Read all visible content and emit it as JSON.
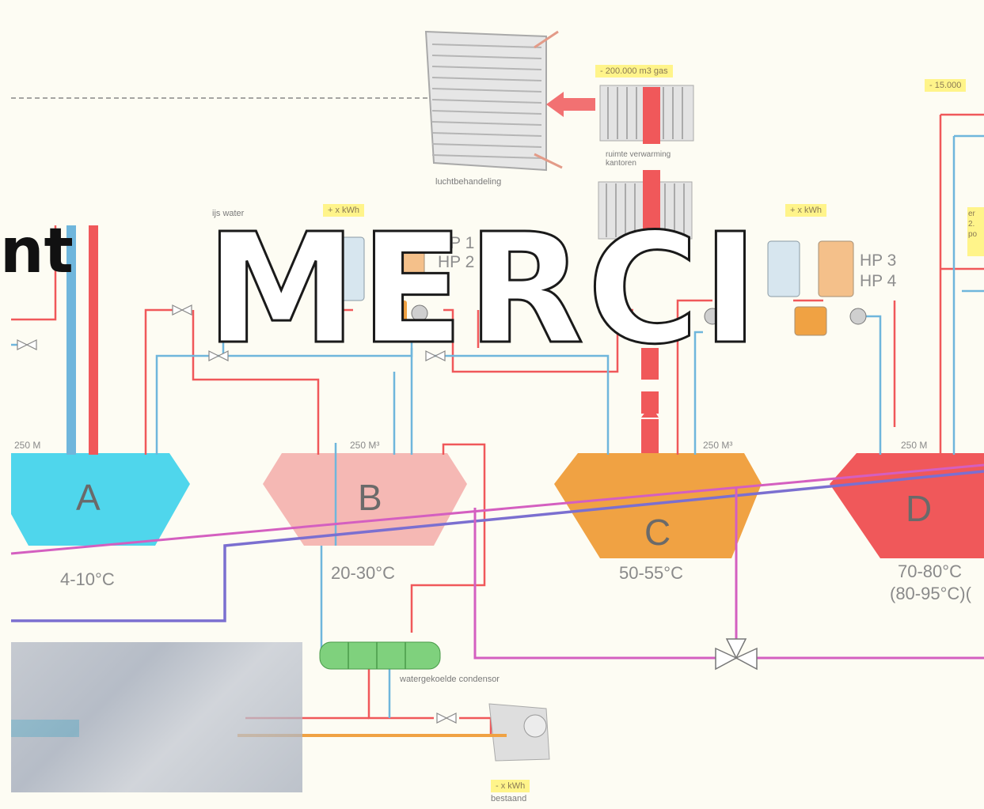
{
  "overlay": {
    "title": "MERCI",
    "cut_off_left_text": "nt"
  },
  "equipment": {
    "air_handling": "luchtbehandeling",
    "radiator_label": "ruimte verwarming\nkantoren",
    "ice_water": "ijs water",
    "water_cooled_condenser": "watergekoelde condensor",
    "existing": "bestaand"
  },
  "notes": {
    "gas_saving": "- 200.000 m3 gas",
    "kwh_plus_1": "+ x kWh",
    "kwh_plus_2": "+ x kWh",
    "gas_saving_2": "- 15.000 ",
    "kwh_minus": "- x kWh",
    "side_note": "er\n2.\npo"
  },
  "heat_pumps": [
    "HP 1",
    "HP 2",
    "HP 3",
    "HP 4"
  ],
  "tanks": [
    {
      "letter": "A",
      "volume": "250 M",
      "temperature": "4-10°C",
      "color": "#4fd6ec"
    },
    {
      "letter": "B",
      "volume": "250 M³",
      "temperature": "20-30°C",
      "color": "#f5b8b4"
    },
    {
      "letter": "C",
      "volume": "250 M³",
      "temperature": "50-55°C",
      "color": "#f0a243"
    },
    {
      "letter": "D",
      "volume": "250 M",
      "temperature": "70-80°C",
      "temperature_alt": "(80-95°C)(",
      "color": "#f0585a"
    }
  ],
  "colors": {
    "hot_pipe": "#f0585a",
    "cold_pipe": "#6fb6dc",
    "purple_pipe": "#7b6fd0",
    "magenta_pipe": "#d45fc0",
    "orange_pipe": "#f0a243"
  }
}
